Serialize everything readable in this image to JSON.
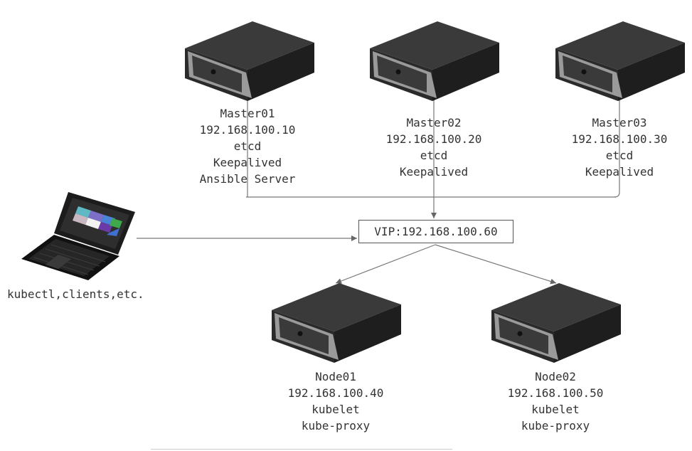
{
  "servers": {
    "master01": [
      "Master01",
      "192.168.100.10",
      "etcd",
      "Keepalived",
      "Ansible Server"
    ],
    "master02": [
      "Master02",
      "192.168.100.20",
      "etcd",
      "Keepalived"
    ],
    "master03": [
      "Master03",
      "192.168.100.30",
      "etcd",
      "Keepalived"
    ],
    "node01": [
      "Node01",
      "192.168.100.40",
      "kubelet",
      "kube-proxy"
    ],
    "node02": [
      "Node02",
      "192.168.100.50",
      "kubelet",
      "kube-proxy"
    ]
  },
  "vip": {
    "label": "VIP:192.168.100.60"
  },
  "client": {
    "label": "kubectl,clients,etc."
  },
  "icons": {
    "server": "server-rack-icon",
    "laptop": "laptop-icon"
  },
  "colors": {
    "line": "#666666",
    "server_top": "#3a3a3a",
    "server_face": "#8e8e8e",
    "text": "#333333"
  }
}
